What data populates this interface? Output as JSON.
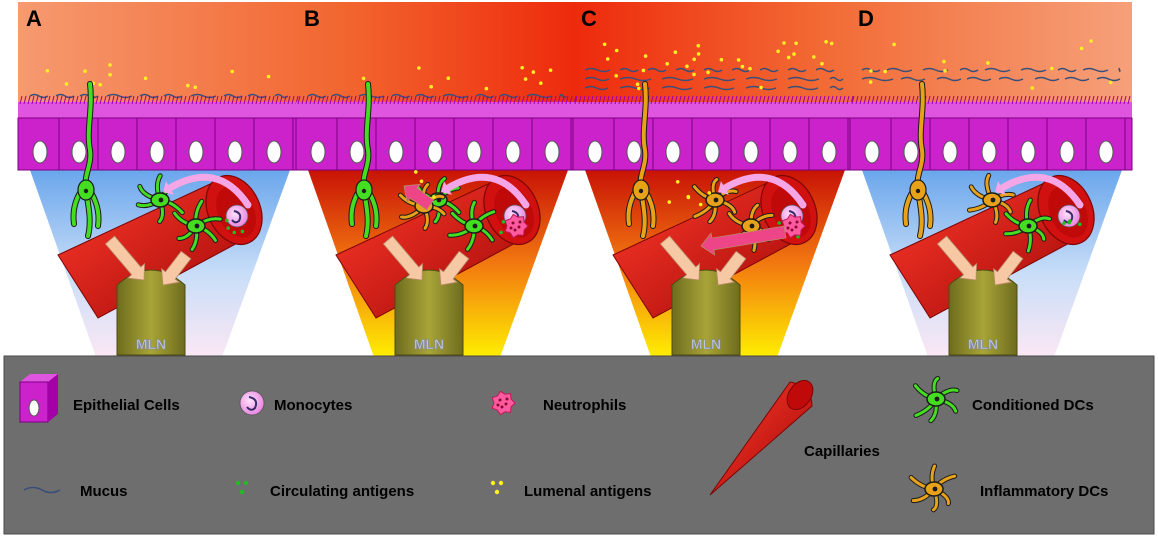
{
  "panels": [
    {
      "letter": "A",
      "mln_label": "MLN"
    },
    {
      "letter": "B",
      "mln_label": "MLN"
    },
    {
      "letter": "C",
      "mln_label": "MLN"
    },
    {
      "letter": "D",
      "mln_label": "MLN"
    }
  ],
  "legend": {
    "epithelial": "Epithelial Cells",
    "monocytes": "Monocytes",
    "neutrophils": "Neutrophils",
    "capillaries": "Capillaries",
    "conditioned": "Conditioned DCs",
    "mucus": "Mucus",
    "circulating": "Circulating antigens",
    "lumenal": "Lumenal antigens",
    "inflammatory": "Inflammatory DCs"
  },
  "colors": {
    "epithelium": "#cc22cc",
    "nucleus": "#ffffff",
    "mucus": "#3a4f78",
    "lumenal_antigen": "#ffee22",
    "circulating_antigen": "#22bb22",
    "conditioned_dc": "#44dd22",
    "inflammatory_dc": "#e8a21a",
    "capillary": "#dd1111",
    "monocyte": "#f4a6f0",
    "neutrophil": "#ee3370",
    "mln": "#8c8a2a",
    "legend_bg": "#6e6e6e"
  }
}
